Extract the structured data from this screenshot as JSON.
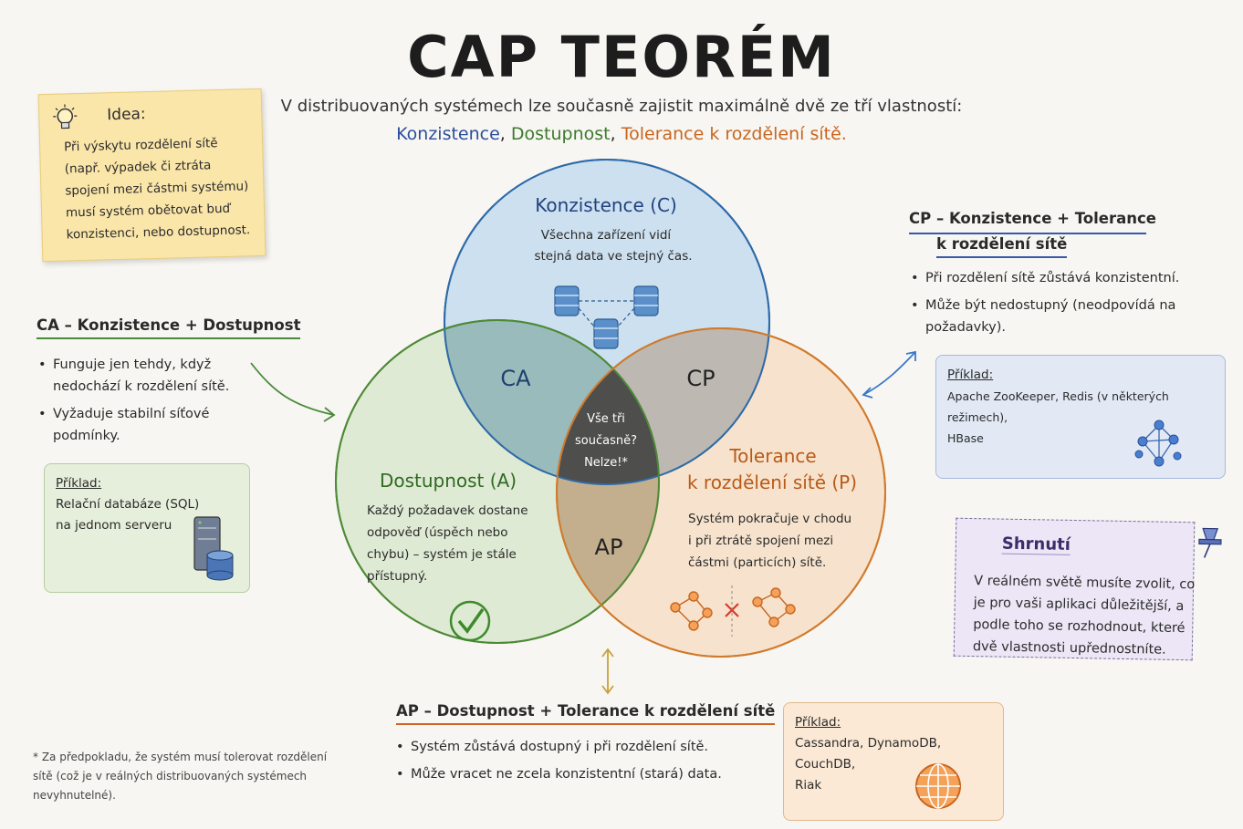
{
  "title": "CAP TEORÉM",
  "subtitle": "V distribuovaných systémech lze současně zajistit maximálně dvě ze tří vlastností:",
  "properties": {
    "consistency": "Konzistence",
    "availability": "Dostupnost",
    "partition": "Tolerance k rozdělení sítě",
    "sep": ", ",
    "end": "."
  },
  "idea": {
    "title": "Idea:",
    "text": "Při výskytu rozdělení sítě (např. výpadek či ztráta spojení mezi částmi systému) musí systém obětovat buď konzistenci, nebo dostupnost.",
    "icon": "lightbulb-icon"
  },
  "venn": {
    "c_title": "Konzistence (C)",
    "c_desc": [
      "Všechna zařízení vidí",
      "stejná data ve stejný čas."
    ],
    "a_title": "Dostupnost (A)",
    "a_desc": [
      "Každý požadavek dostane",
      "odpověď (úspěch nebo",
      "chybu) – systém je stále",
      "přístupný."
    ],
    "p_title1": "Tolerance",
    "p_title2": "k rozdělení sítě (P)",
    "p_desc": [
      "Systém pokračuje v chodu",
      "i při ztrátě spojení mezi",
      "částmi (particích) sítě."
    ],
    "ca": "CA",
    "cp": "CP",
    "ap": "AP",
    "center": [
      "Vše tři",
      "současně?",
      "Nelze!*"
    ],
    "colors": {
      "c": "#2a4f9c",
      "a": "#3d7a2c",
      "p": "#c9651e"
    }
  },
  "ca": {
    "title": "CA – Konzistence + Dostupnost",
    "bullets": [
      "Funguje jen tehdy, když nedochází k rozdělení sítě.",
      "Vyžaduje stabilní síťové podmínky."
    ],
    "example_label": "Příklad:",
    "example_text": [
      "Relační databáze (SQL)",
      "na jednom serveru"
    ]
  },
  "cp": {
    "title1": "CP – Konzistence + Tolerance",
    "title2": "k rozdělení sítě",
    "bullets": [
      "Při rozdělení sítě zůstává konzistentní.",
      "Může být nedostupný (neodpovídá na požadavky)."
    ],
    "example_label": "Příklad:",
    "example_text": [
      "Apache ZooKeeper, Redis (v některých režimech),",
      "HBase"
    ]
  },
  "ap": {
    "title": "AP – Dostupnost + Tolerance k rozdělení sítě",
    "bullets": [
      "Systém zůstává dostupný i při rozdělení sítě.",
      "Může vracet ne zcela konzistentní (stará) data."
    ],
    "example_label": "Příklad:",
    "example_text": [
      "Cassandra, DynamoDB, CouchDB,",
      "Riak"
    ]
  },
  "summary": {
    "title": "Shrnutí",
    "text": "V reálném světě musíte zvolit, co je pro vaši aplikaci důležitější, a podle toho se rozhodnout, které dvě vlastnosti upřednostníte."
  },
  "footnote": "* Za předpokladu, že systém musí tolerovat rozdělení sítě (což je v reálných distribuovaných systémech nevyhnutelné)."
}
